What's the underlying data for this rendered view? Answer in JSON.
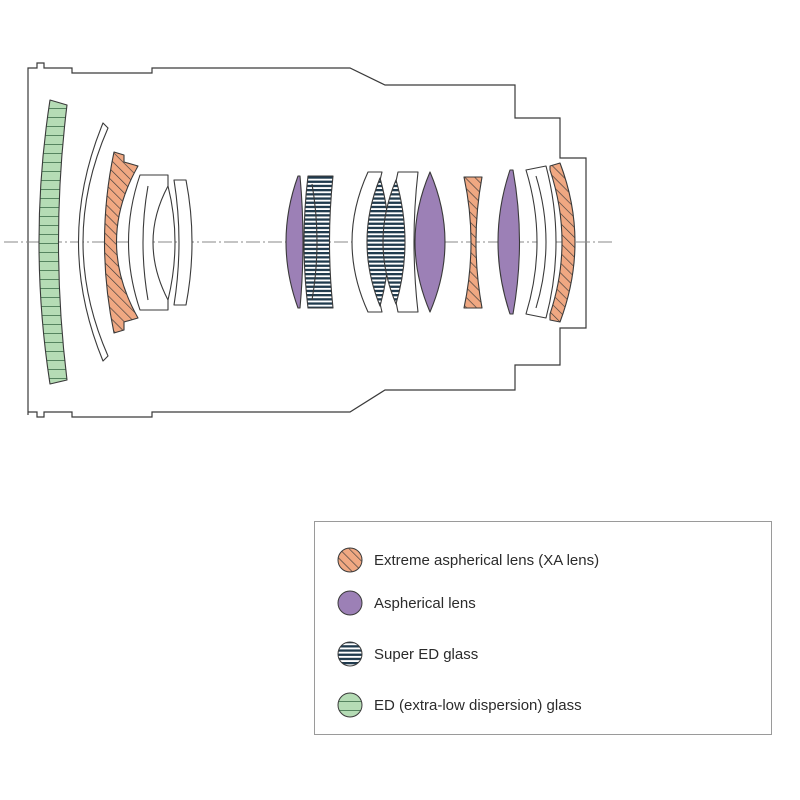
{
  "diagram": {
    "colors": {
      "outline": "#3a3a3a",
      "axis": "#8a8a8a",
      "xa": "#f0a882",
      "aspherical": "#9c80b6",
      "super_ed": "#1f3a4d",
      "ed": "#b5dcb5"
    }
  },
  "legend": {
    "items": [
      {
        "key": "xa",
        "icon": "xa-lens-swatch-icon",
        "label": "Extreme aspherical lens (XA lens)"
      },
      {
        "key": "aspherical",
        "icon": "aspherical-lens-swatch-icon",
        "label": "Aspherical lens"
      },
      {
        "key": "super_ed",
        "icon": "super-ed-glass-swatch-icon",
        "label": "Super ED glass"
      },
      {
        "key": "ed",
        "icon": "ed-glass-swatch-icon",
        "label": "ED (extra-low dispersion) glass"
      }
    ]
  }
}
